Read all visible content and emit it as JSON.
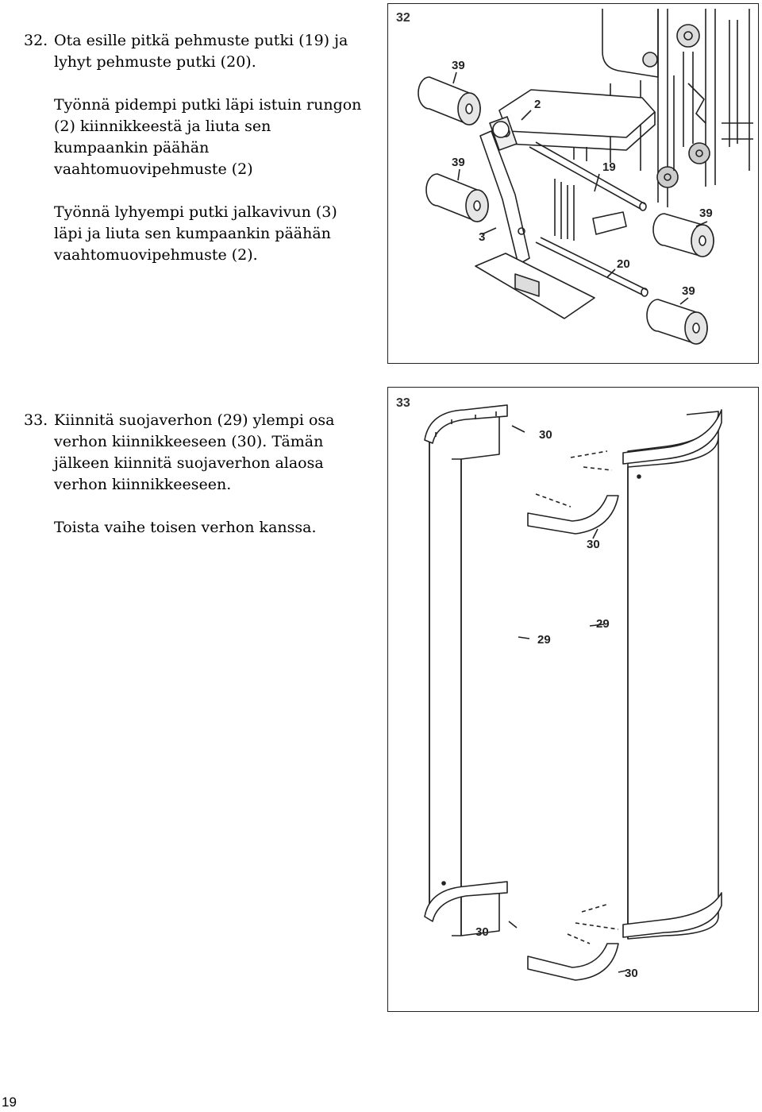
{
  "step32": {
    "number": "32.",
    "line1": "Ota esille pitkä pehmuste putki (19) ja",
    "line2": "lyhyt pehmuste putki (20).",
    "para2": [
      "Työnnä pidempi putki läpi istuin rungon",
      "(2) kiinnikkeestä ja liuta sen",
      "kumpaankin päähän",
      "vaahtomuovipehmuste (2)"
    ],
    "para3": [
      "Työnnä lyhyempi putki jalkavivun (3)",
      "läpi ja liuta sen kumpaankin päähän",
      "vaahtomuovipehmuste (2)."
    ]
  },
  "step33": {
    "number": "33.",
    "line1": "Kiinnitä suojaverhon (29) ylempi osa",
    "line2": "verhon kiinnikkeeseen (30). Tämän",
    "line3": "jälkeen kiinnitä suojaverhon alaosa",
    "line4": "verhon kiinnikkeeseen.",
    "para2": "Toista vaihe toisen verhon kanssa."
  },
  "figure32": {
    "step_label": "32",
    "callouts": {
      "pad_top": "39",
      "pad_mid": "39",
      "pad_right": "39",
      "pad_bottom": "39",
      "seat": "2",
      "long_tube": "19",
      "leg_lever": "3",
      "short_tube": "20"
    }
  },
  "figure33": {
    "step_label": "33",
    "callouts": {
      "bracket_top_left": "30",
      "bracket_top_mid": "30",
      "shield_left": "29",
      "shield_right": "29",
      "bracket_bottom_left": "30",
      "bracket_bottom_right": "30"
    }
  },
  "page_number": "19"
}
